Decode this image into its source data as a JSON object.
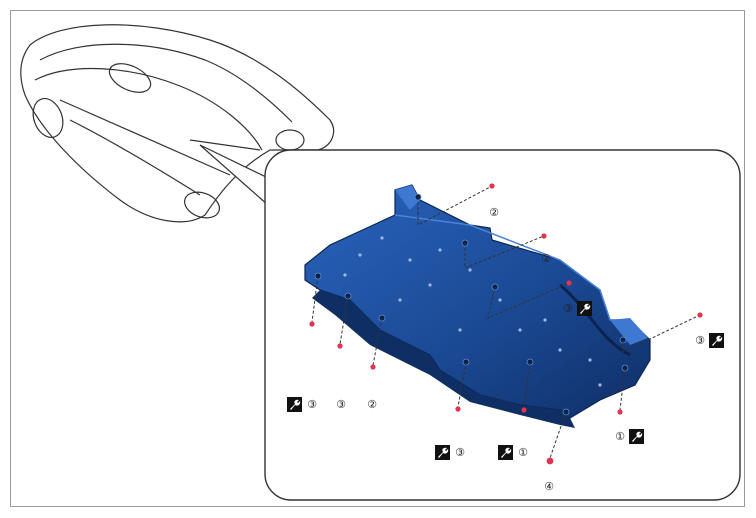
{
  "figure": {
    "accent_color": "#1f4f9c",
    "dark_color": "#123a7a",
    "fastener_color": "#e0344f",
    "icon": "torque-wrench-icon"
  },
  "callouts": [
    {
      "label": "②",
      "torque": false
    },
    {
      "label": "②",
      "torque": false
    },
    {
      "label": "③",
      "torque": true
    },
    {
      "label": "③",
      "torque": true
    },
    {
      "label": "③",
      "torque": true
    },
    {
      "label": "③",
      "torque": true
    },
    {
      "label": "②",
      "torque": false
    },
    {
      "label": "③",
      "torque": true
    },
    {
      "label": "①",
      "torque": true
    },
    {
      "label": "①",
      "torque": true
    },
    {
      "label": "④",
      "torque": false
    }
  ]
}
